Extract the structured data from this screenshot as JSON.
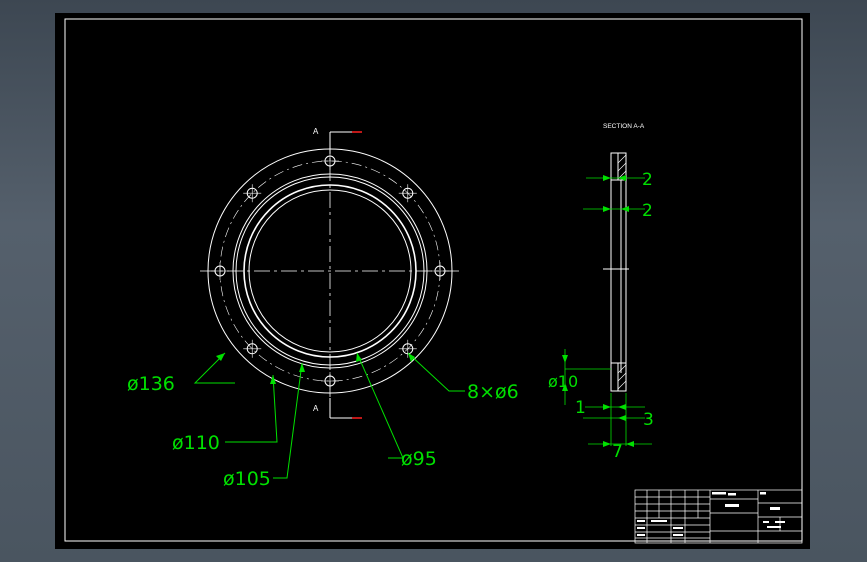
{
  "drawing": {
    "section_marker": "A",
    "section_title": "SECTION A-A",
    "colors": {
      "outline": "#ffffff",
      "dimension": "#00e000",
      "cutting_plane": "#ff2020",
      "background": "#000000"
    }
  },
  "front_view": {
    "dims": {
      "outer_diameter": "ø136",
      "bolt_circle": "ø110",
      "recess_diameter": "ø105",
      "bore_diameter": "ø95",
      "holes": "8×ø6"
    }
  },
  "section_view": {
    "dims": {
      "top_width": "2",
      "top_width_2": "2",
      "hole_diameter": "ø10",
      "step_1": "1",
      "step_3": "3",
      "total_thickness": "7"
    }
  }
}
